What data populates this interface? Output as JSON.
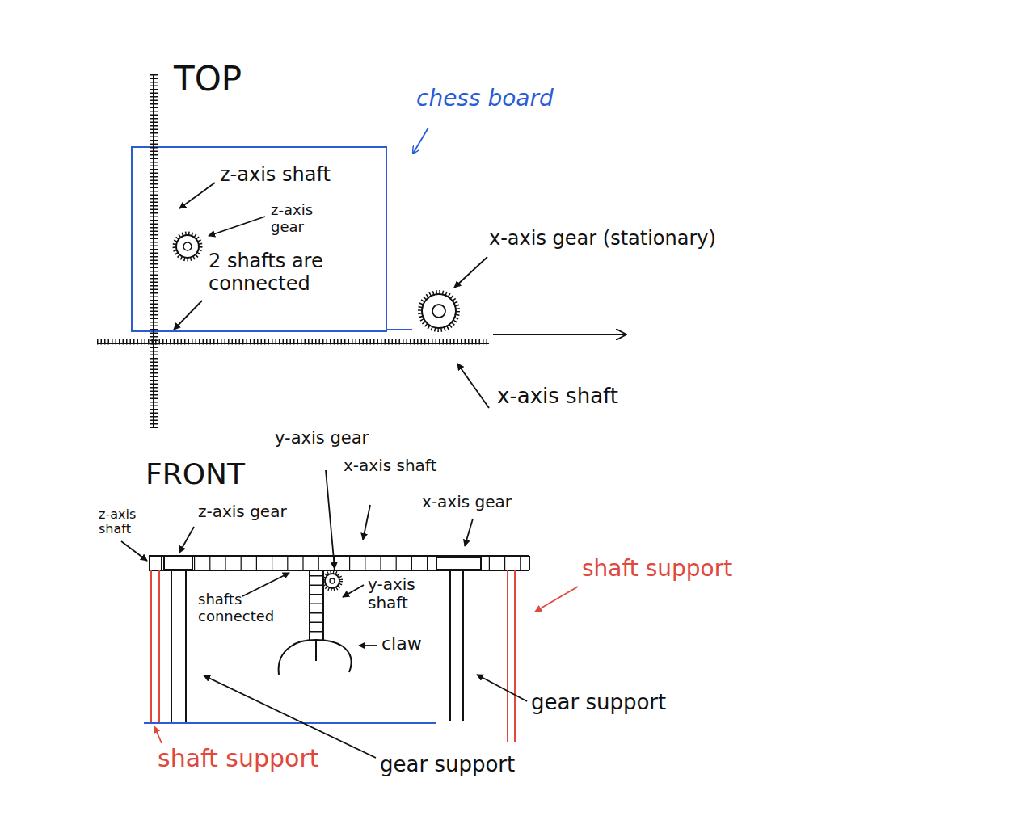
{
  "diagram": {
    "labels": [
      "TOP",
      "chess board",
      "z-axis shaft",
      "z-axis gear",
      "2 shafts are connected",
      "x-axis gear (stationary)",
      "x-axis shaft",
      "FRONT",
      "y-axis gear",
      "x-axis shaft",
      "x-axis gear",
      "z-axis shaft",
      "z-axis gear",
      "shafts connected",
      "y-axis shaft",
      "claw",
      "shaft support",
      "gear support",
      "shaft support",
      "gear support"
    ]
  }
}
